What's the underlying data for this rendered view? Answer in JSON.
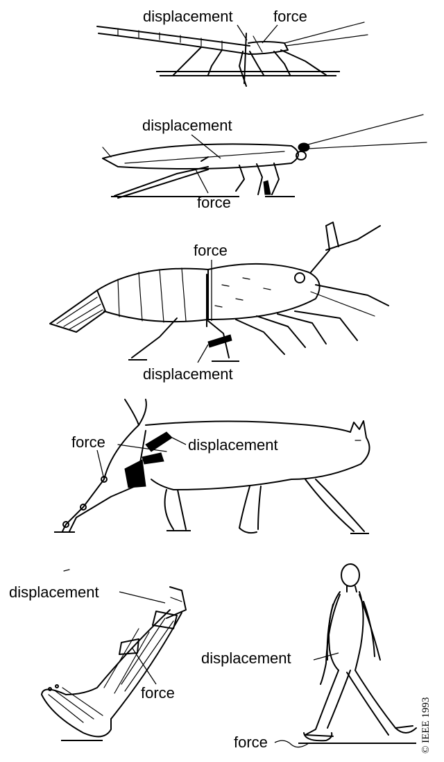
{
  "panels": {
    "stick_insect": {
      "displacement_label": "displacement",
      "force_label": "force"
    },
    "cockroach": {
      "displacement_label": "displacement",
      "force_label": "force"
    },
    "crayfish": {
      "force_label": "force",
      "displacement_label": "displacement"
    },
    "cat": {
      "force_label": "force",
      "displacement_label": "displacement"
    },
    "human_leg": {
      "displacement_label": "displacement",
      "force_label": "force"
    },
    "human_walker": {
      "displacement_label": "displacement",
      "force_label": "force"
    }
  },
  "copyright": "© IEEE 1993"
}
